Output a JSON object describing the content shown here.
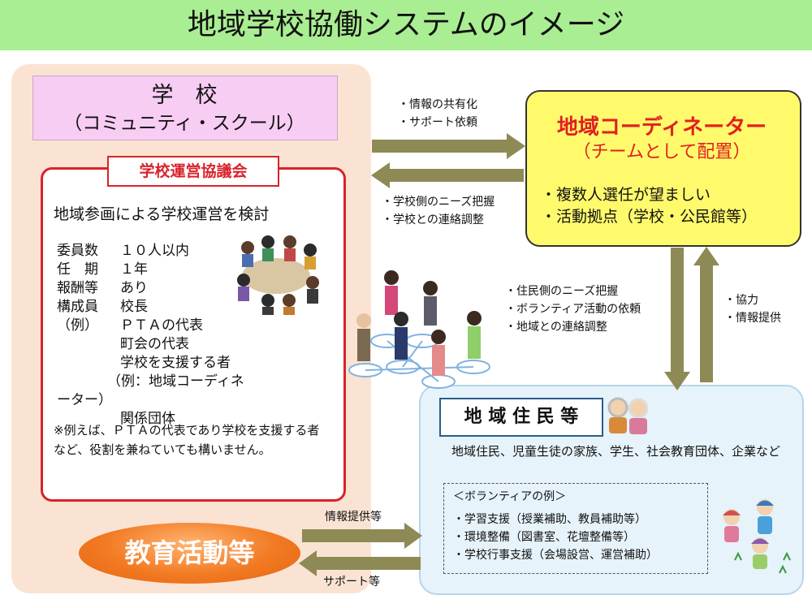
{
  "title": "地域学校協働システムのイメージ",
  "school": {
    "name": "学　校",
    "subtitle": "（コミュニティ・スクール）",
    "council": {
      "label": "学校運営協議会",
      "main": "地域参画による学校運営を検討",
      "rows": [
        {
          "key": "委員数",
          "val": "１０人以内"
        },
        {
          "key": "任　期",
          "val": "１年"
        },
        {
          "key": "報酬等",
          "val": "あり"
        },
        {
          "key": "構成員",
          "val": "校長"
        },
        {
          "key": "（例）",
          "val": "ＰＴＡの代表"
        },
        {
          "key": "",
          "val": "町会の代表"
        },
        {
          "key": "",
          "val": "学校を支援する者"
        },
        {
          "key": "",
          "val": "（例：地域コーディネーター）"
        },
        {
          "key": "",
          "val": "関係団体"
        }
      ],
      "note": "※例えば、ＰＴＡの代表であり学校を支援する者など、役割を兼ねていても構いません。"
    }
  },
  "education": "教育活動等",
  "coordinator": {
    "name": "地域コーディネーター",
    "subtitle": "（チームとして配置）",
    "items": [
      "・複数人選任が望ましい",
      "・活動拠点（学校・公民館等）"
    ]
  },
  "arrows": {
    "to_coordinator": [
      "・情報の共有化",
      "・サポート依頼"
    ],
    "to_school": [
      "・学校側のニーズ把握",
      "・学校との連絡調整"
    ],
    "to_residents": [
      "・住民側のニーズ把握",
      "・ボランティア活動の依頼",
      "・地域との連絡調整"
    ],
    "from_residents": [
      "・協力",
      "・情報提供"
    ],
    "edu_to_res": "情報提供等",
    "res_to_edu": "サポート等"
  },
  "residents": {
    "label": "地 域 住 民 等",
    "desc": "地域住民、児童生徒の家族、学生、社会教育団体、企業など",
    "volunteer": {
      "title": "＜ボランティアの例＞",
      "items": [
        "・学習支援（授業補助、教員補助等）",
        "・環境整備（図書室、花壇整備等）",
        "・学校行事支援（会場設営、運営補助）"
      ]
    }
  },
  "colors": {
    "title_bar": "#a9ee92",
    "school_panel": "#fbe3d3",
    "school_head": "#f7cdf3",
    "council_border": "#d8232a",
    "coordinator_bg": "#fffa6c",
    "coordinator_text": "#e02020",
    "residents_bg": "#e6f3fa",
    "arrow": "#8e8a55",
    "education": "#f27a23"
  },
  "icons": [
    "meeting-people-illustration",
    "networking-people-illustration",
    "elderly-couple-illustration",
    "gardening-volunteers-illustration"
  ]
}
